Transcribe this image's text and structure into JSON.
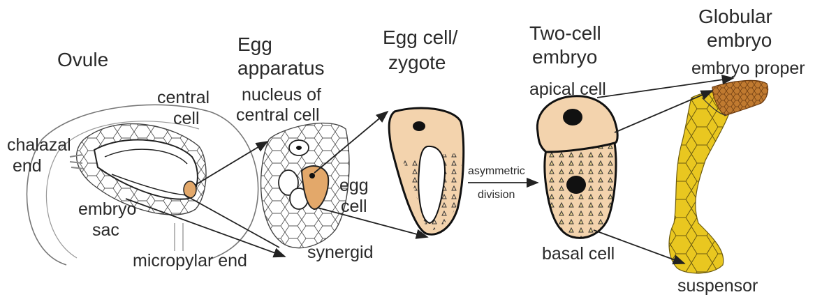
{
  "titles": {
    "ovule": "Ovule",
    "egg_apparatus_1": "Egg",
    "egg_apparatus_2": "apparatus",
    "egg_cell_1": "Egg cell/",
    "egg_cell_2": "zygote",
    "two_cell_1": "Two-cell",
    "two_cell_2": "embryo",
    "globular_1": "Globular",
    "globular_2": "embryo"
  },
  "labels": {
    "central_cell_1": "central",
    "central_cell_2": "cell",
    "chalazal_1": "chalazal",
    "chalazal_2": "end",
    "embryo_sac_1": "embryo",
    "embryo_sac_2": "sac",
    "micropylar_end": "micropylar end",
    "nucleus_1": "nucleus of",
    "nucleus_2": "central cell",
    "egg_cell_1": "egg",
    "egg_cell_2": "cell",
    "synergid": "synergid",
    "asym_1": "asymmetric",
    "asym_2": "division",
    "apical_cell": "apical cell",
    "basal_cell": "basal cell",
    "embryo_proper": "embryo proper",
    "suspensor": "suspensor"
  },
  "colors": {
    "cell_fill": "#f3d3ad",
    "outline": "#111111",
    "embryo_yellow": "#e8c81e",
    "embryo_brown": "#b8742c"
  }
}
